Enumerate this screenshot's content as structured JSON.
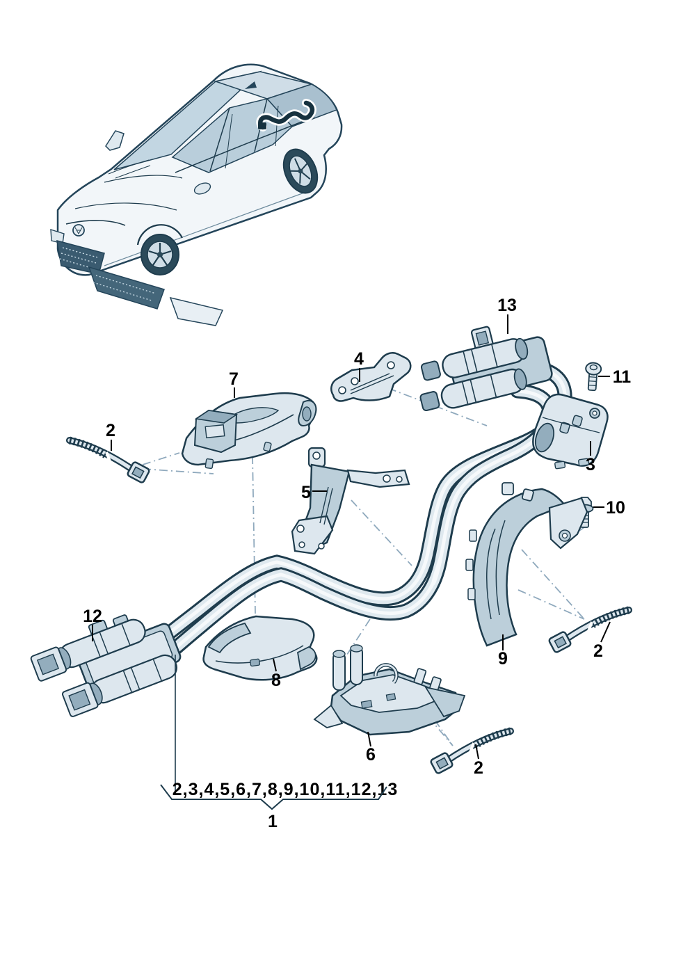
{
  "document": {
    "kind": "vehicle-parts-exploded-diagram",
    "subject": "electrical wiring harness with covers, brackets, cable ties and screws"
  },
  "callouts": {
    "n1": "1",
    "n2": "2",
    "n3": "3",
    "n4": "4",
    "n5": "5",
    "n6": "6",
    "n7": "7",
    "n8": "8",
    "n9": "9",
    "n10": "10",
    "n11": "11",
    "n12": "12",
    "n13": "13"
  },
  "footer": {
    "group_items": "2,3,4,5,6,7,8,9,10,11,12,13",
    "group_ref": "1"
  },
  "colors": {
    "background": "#ffffff",
    "line": "#1e3c4d",
    "fill_light": "#dde7ee",
    "fill_mid": "#bccfda",
    "fill_dark": "#93adbd",
    "glass": "#c2d6e2",
    "leader": "#8fa9bd",
    "tube": "#dfe9ef",
    "label": "#000000"
  }
}
